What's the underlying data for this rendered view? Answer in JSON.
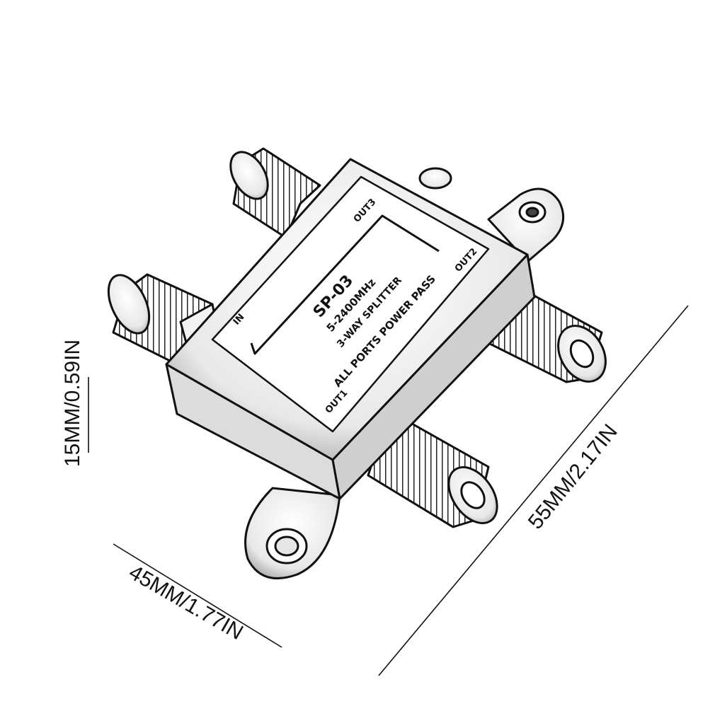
{
  "dimensions": {
    "height": "15MM/0.59IN",
    "width": "45MM/1.77IN",
    "length": "55MM/2.17IN"
  },
  "product_label": {
    "model": "SP-03",
    "frequency": "5-2400MHz",
    "type": "3-WAY SPLITTER",
    "feature": "ALL PORTS POWER PASS",
    "ports": {
      "in": "IN",
      "out1": "OUT1",
      "out2": "OUT2",
      "out3": "OUT3"
    }
  },
  "colors": {
    "ink": "#111111",
    "background": "#ffffff"
  }
}
